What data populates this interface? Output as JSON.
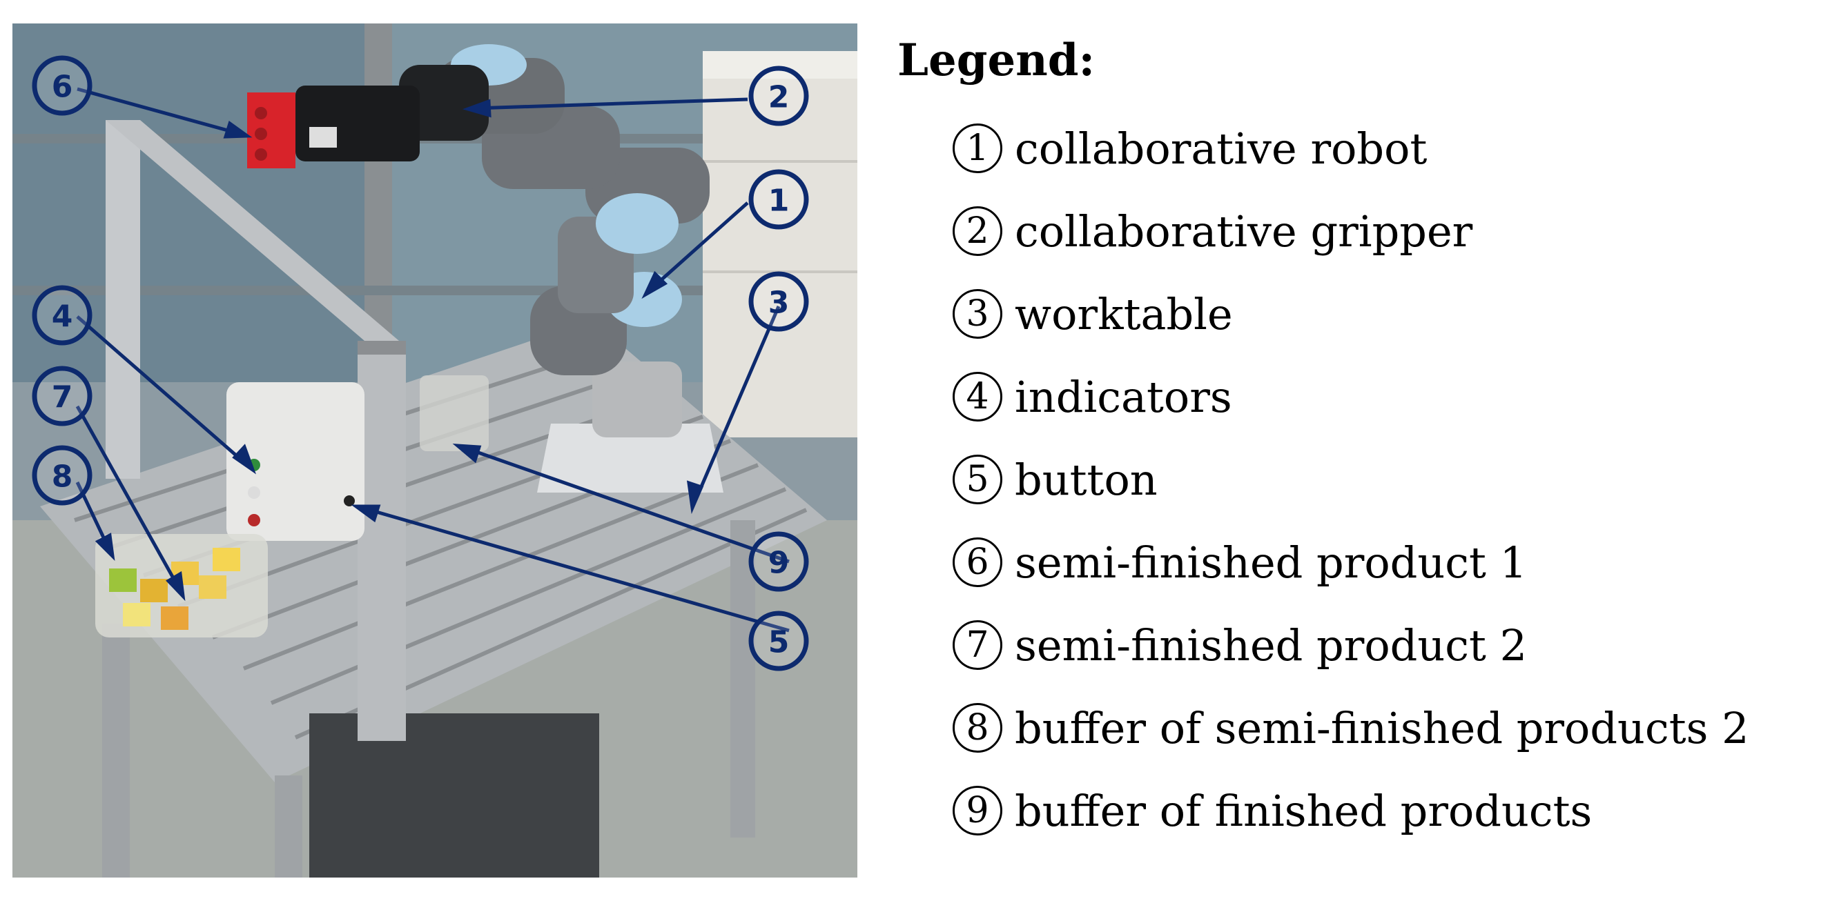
{
  "legend": {
    "title": "Legend:",
    "items": [
      {
        "number": "1",
        "label": "collaborative robot"
      },
      {
        "number": "2",
        "label": "collaborative gripper"
      },
      {
        "number": "3",
        "label": "worktable"
      },
      {
        "number": "4",
        "label": "indicators"
      },
      {
        "number": "5",
        "label": "button"
      },
      {
        "number": "6",
        "label": "semi-finished product 1"
      },
      {
        "number": "7",
        "label": "semi-finished product 2"
      },
      {
        "number": "8",
        "label": "buffer of semi-finished products 2"
      },
      {
        "number": "9",
        "label": "buffer of finished products"
      }
    ]
  },
  "photo": {
    "markers": [
      "1",
      "2",
      "3",
      "4",
      "5",
      "6",
      "7",
      "8",
      "9"
    ]
  },
  "colors": {
    "marker": "#0d2a6e",
    "gripper_part": "#d8232a",
    "frame": "#b9bcbf",
    "robot": "#6f7378",
    "robot_cap": "#a9cfe6"
  }
}
